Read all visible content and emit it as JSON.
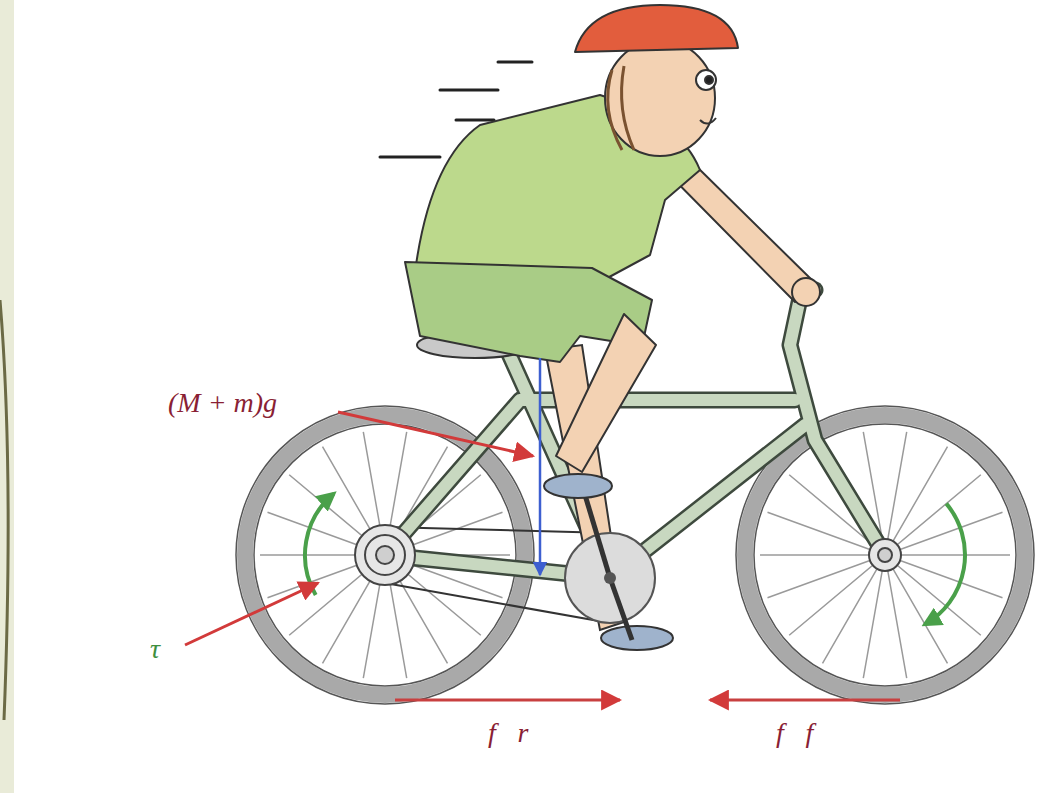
{
  "diagram": {
    "labels": [
      "(M + m)g⃗",
      "τ⃗",
      "f⃗r",
      "f⃗f"
    ]
  }
}
